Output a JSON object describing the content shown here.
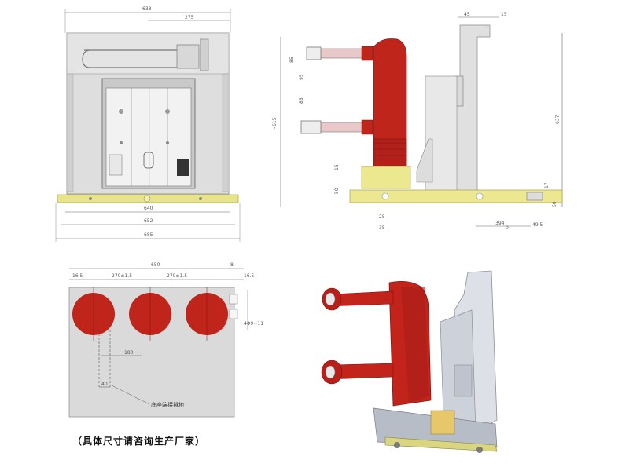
{
  "front_view": {
    "dims": {
      "top_overall": "638",
      "top_partial": "275",
      "bottom_1": "640",
      "bottom_2": "652",
      "bottom_3": "685"
    }
  },
  "side_view": {
    "dims": {
      "height_left": "~615",
      "height_right": "637",
      "top_a": "45",
      "top_b": "15",
      "dim_1": "85",
      "dim_2": "95",
      "dim_3": "83",
      "dim_4": "15",
      "dim_5": "50",
      "dim_6": "25",
      "dim_7": "35",
      "dim_8": "17",
      "dim_9": "50",
      "bottom_a": "394",
      "bottom_b": "49.5",
      "bottom_tol": "0"
    }
  },
  "top_view": {
    "dims": {
      "width": "650",
      "left_edge": "16.5",
      "pitch_1": "270±1.5",
      "pitch_2": "270±1.5",
      "right_edge": "16.5",
      "right_small": "8",
      "hole": "4Φ9~11",
      "inner": "180",
      "bottom": "40"
    },
    "callout": "底座端接排地"
  },
  "note": "（具体尺寸请咨询生产厂家）",
  "colors": {
    "insulator_red": "#c0251b",
    "base_yellow": "#e8e48a",
    "panel_gray": "#dcdcdc"
  }
}
